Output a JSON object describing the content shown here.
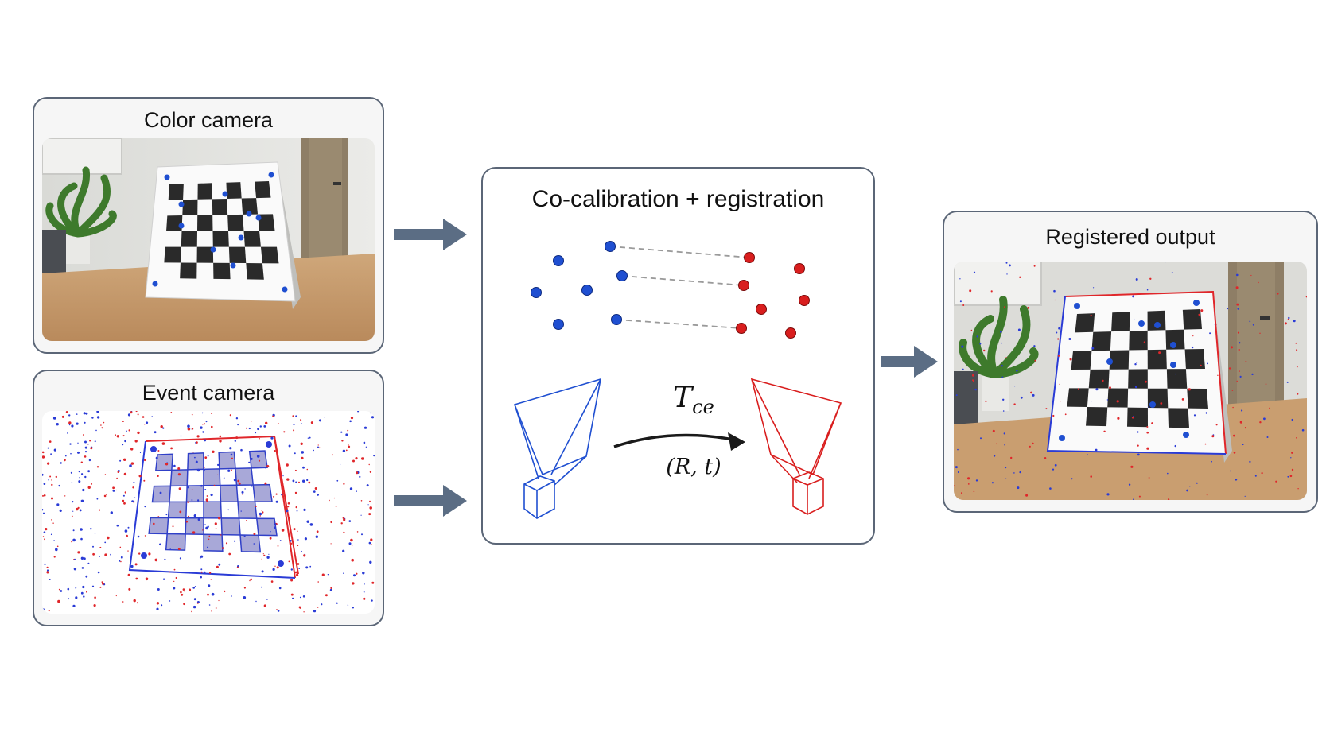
{
  "panels": {
    "color_camera": {
      "title": "Color camera"
    },
    "event_camera": {
      "title": "Event camera"
    },
    "center": {
      "title": "Co-calibration + registration"
    },
    "output": {
      "title": "Registered output"
    }
  },
  "transform": {
    "label": "T",
    "subscript": "ce",
    "params": "(R, t)"
  },
  "colors": {
    "border": "#5b6677",
    "arrow": "#5b6d84",
    "blue": "#1f4fd1",
    "red": "#d91e1e",
    "event_blue": "#2a3bd6",
    "event_red": "#e0262a"
  }
}
